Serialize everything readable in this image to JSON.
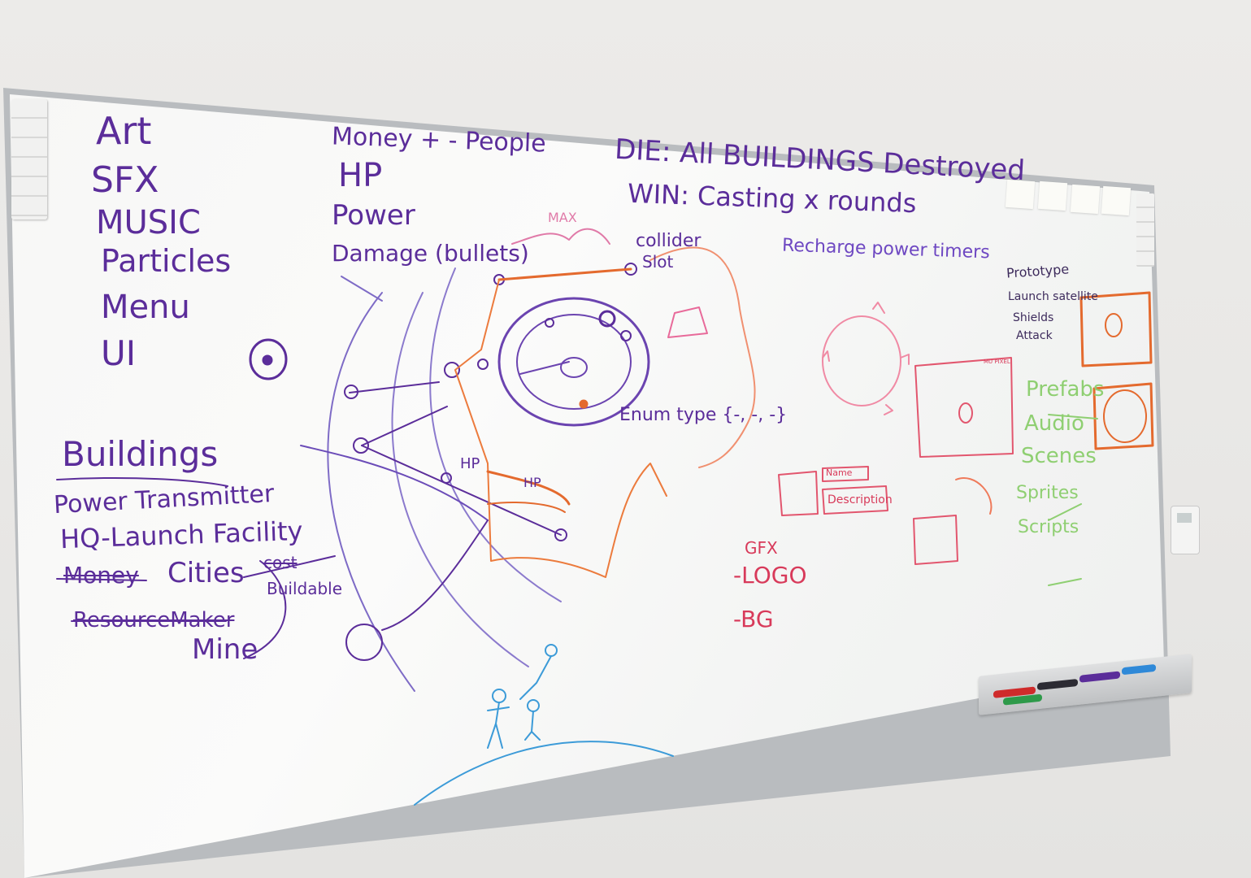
{
  "board": {
    "left_list": [
      "Art",
      "SFX",
      "MUSIC",
      "Particles",
      "Menu",
      "UI"
    ],
    "resources": [
      "Money + - People",
      "HP",
      "Power",
      "Damage (bullets)"
    ],
    "die_text": "DIE: All BUILDINGS Destroyed",
    "win_text": "WIN: Casting x rounds",
    "buildings_heading": "Buildings",
    "buildings": [
      "Power Transmitter",
      "HQ-Launch Facility",
      "Cities",
      "Mine"
    ],
    "crossed_out": [
      "Money",
      "ResourceMaker",
      "cost"
    ],
    "buildable": "Buildable",
    "collider": "collider",
    "slot": "Slot",
    "max": "MAX",
    "hp_marks": [
      "HP",
      "HP"
    ],
    "enum_type": "Enum type {-, -, -}",
    "recharge": "Recharge power timers",
    "prototype": [
      "Prototype",
      "Launch satellite",
      "Shields",
      "Attack"
    ],
    "unity_list": [
      "Prefabs",
      "Audio",
      "Scenes",
      "Sprites",
      "Scripts"
    ],
    "gfx_heading": "GFX",
    "gfx_items": [
      "-LOGO",
      "-BG"
    ],
    "ui_box_labels": [
      "Name",
      "Description"
    ],
    "menu_label": "MU PIXEL"
  },
  "colors": {
    "purple_marker": "#5b2d9a",
    "violet_marker": "#6e48c2",
    "orange_marker": "#e46a2e",
    "red_marker": "#d83a5a",
    "green_marker": "#8fcf72",
    "blue_marker": "#3c9bd8"
  }
}
